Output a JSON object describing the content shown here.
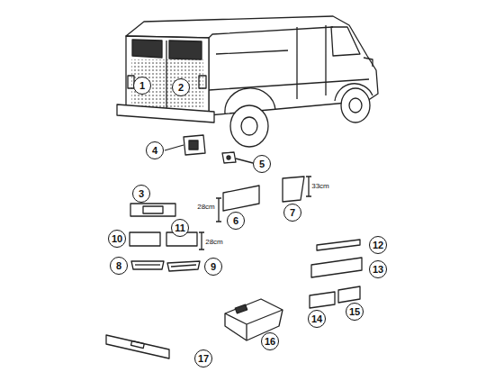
{
  "diagram": {
    "labels": [
      "1",
      "2",
      "4",
      "5",
      "3",
      "28cm",
      "6",
      "7",
      "33cm",
      "11",
      "10",
      "28cm",
      "8",
      "9",
      "12",
      "13",
      "14",
      "15",
      "16",
      "17"
    ]
  }
}
